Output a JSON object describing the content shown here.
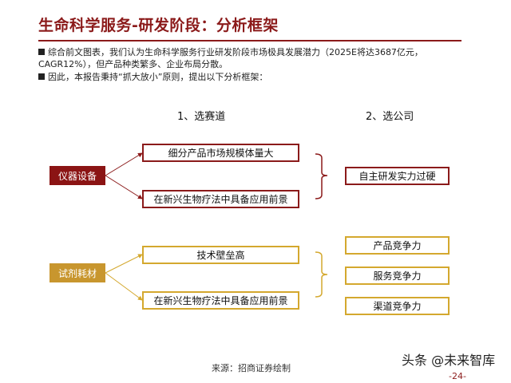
{
  "title": "生命科学服务-研发阶段：分析框架",
  "bullets": [
    "综合前文图表，我们认为生命科学服务行业研发阶段市场极具发展潜力（2025E将达3687亿元，CAGR12%），但产品种类繁多、企业布局分散。",
    "因此，本报告秉持“抓大放小”原则，提出以下分析框架："
  ],
  "headers": {
    "track": "1、选赛道",
    "company": "2、选公司"
  },
  "instruments": {
    "label": "仪器设备",
    "items": [
      "细分产品市场规模体量大",
      "在新兴生物疗法中具备应用前景"
    ],
    "result": [
      "自主研发实力过硬"
    ],
    "color": "#8B1414"
  },
  "reagents": {
    "label": "试剂耗材",
    "items": [
      "技术壁垒高",
      "在新兴生物疗法中具备应用前景"
    ],
    "result": [
      "产品竞争力",
      "服务竞争力",
      "渠道竞争力"
    ],
    "color": "#C8962E"
  },
  "footer": {
    "source": "来源：招商证券绘制",
    "watermark": "头条 @未来智库",
    "page": "-24-"
  }
}
